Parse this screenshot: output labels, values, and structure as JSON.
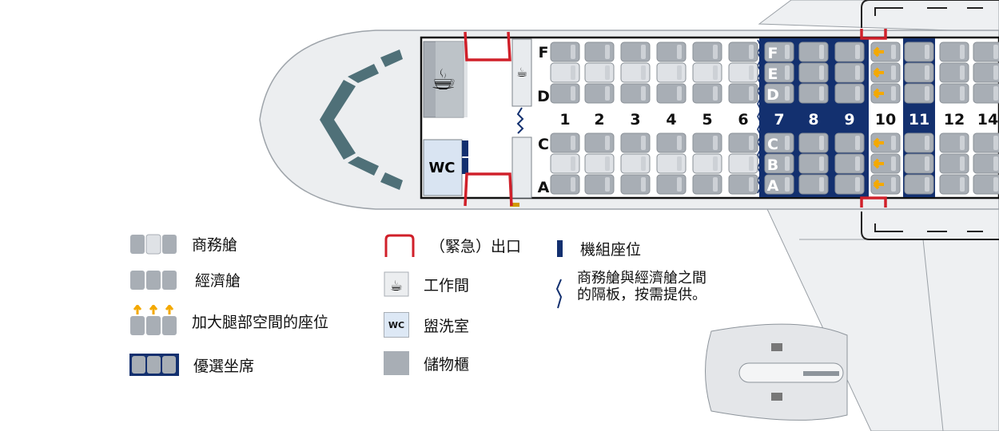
{
  "seatmap": {
    "rows": [
      {
        "num": "1",
        "cls": "business",
        "premium": false,
        "legroom": false
      },
      {
        "num": "2",
        "cls": "business",
        "premium": false,
        "legroom": false
      },
      {
        "num": "3",
        "cls": "business",
        "premium": false,
        "legroom": false
      },
      {
        "num": "4",
        "cls": "business",
        "premium": false,
        "legroom": false
      },
      {
        "num": "5",
        "cls": "business",
        "premium": false,
        "legroom": false
      },
      {
        "num": "6",
        "cls": "business",
        "premium": false,
        "legroom": false
      },
      {
        "num": "7",
        "cls": "economy",
        "premium": true,
        "legroom": false
      },
      {
        "num": "8",
        "cls": "economy",
        "premium": true,
        "legroom": false
      },
      {
        "num": "9",
        "cls": "economy",
        "premium": true,
        "legroom": false
      },
      {
        "num": "10",
        "cls": "economy",
        "premium": false,
        "legroom": true
      },
      {
        "num": "11",
        "cls": "economy",
        "premium": true,
        "legroom": false
      },
      {
        "num": "12",
        "cls": "economy",
        "premium": false,
        "legroom": false
      },
      {
        "num": "14",
        "cls": "economy",
        "premium": false,
        "legroom": false
      }
    ],
    "letters_top": [
      "F",
      "E",
      "D"
    ],
    "letters_bottom": [
      "C",
      "B",
      "A"
    ],
    "wc_label": "WC"
  },
  "legend": {
    "business": "商務艙",
    "economy": "經濟艙",
    "legroom": "加大腿部空間的座位",
    "premium": "優選坐席",
    "exit": "（緊急）出口",
    "galley": "工作間",
    "lavatory": "盥洗室",
    "lavatory_icon": "WC",
    "storage": "儲物櫃",
    "crew": "機組座位",
    "divider_line1": "商務艙與經濟艙之間",
    "divider_line2": "的隔板，按需提供。"
  },
  "colors": {
    "premium": "#13306f",
    "exit": "#d0202a",
    "arrow": "#f4a900",
    "seat": "#a8aeb5",
    "seat_light": "#dfe2e6",
    "crew": "#13306f"
  }
}
